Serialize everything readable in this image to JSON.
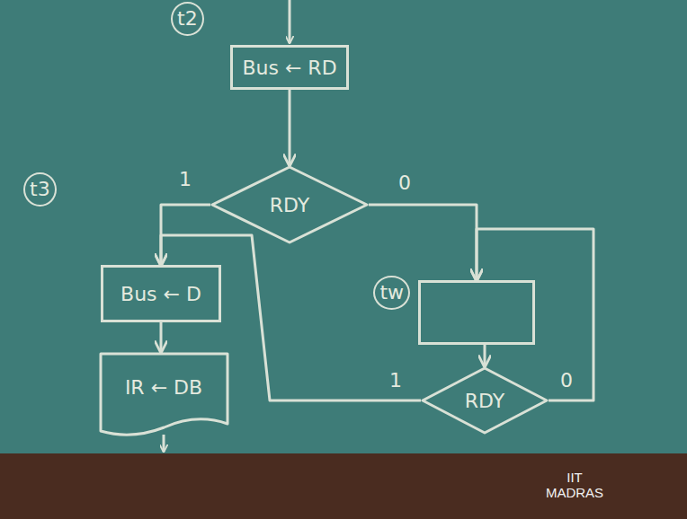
{
  "diagram": {
    "nodes": [
      {
        "text": [
          "Bus ← RD"
        ]
      },
      {
        "text": [
          "RDY"
        ]
      },
      {
        "text": [
          "Bus ← D"
        ]
      },
      {
        "text": [
          "IR ← DB"
        ]
      },
      {
        "text": [
          "tw"
        ]
      },
      {
        "text": [
          "RDY"
        ]
      }
    ],
    "edges": [
      {
        "from": 0,
        "to": 1,
        "arrow": "to"
      },
      {
        "from": 1,
        "to": 2,
        "label": "1",
        "arrow": "to"
      },
      {
        "from": 1,
        "to": 4,
        "label": "0",
        "arrow": "to"
      },
      {
        "from": 4,
        "to": 5,
        "arrow": "to"
      },
      {
        "from": 5,
        "to": 2,
        "label": "1",
        "arrow": "to"
      },
      {
        "from": 5,
        "to": 4,
        "label": "0",
        "arrow": "to"
      },
      {
        "from": 2,
        "to": 3,
        "arrow": "to"
      }
    ],
    "labels": [
      "t2",
      "t3",
      "IIT MADRAS"
    ]
  }
}
